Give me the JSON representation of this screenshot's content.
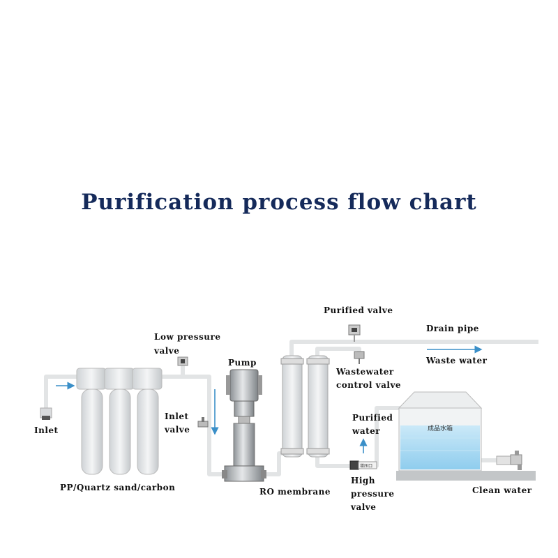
{
  "title": "Purification process flow chart",
  "labels": {
    "inlet": "Inlet",
    "filters": "PP/Quartz sand/carbon",
    "low_pressure_valve_1": "Low pressure",
    "low_pressure_valve_2": "valve",
    "pump": "Pump",
    "inlet_valve_1": "Inlet",
    "inlet_valve_2": "valve",
    "ro_membrane": "RO membrane",
    "purified_valve": "Purified valve",
    "drain_pipe": "Drain pipe",
    "waste_water": "Waste water",
    "wastewater_control_valve_1": "Wastewater",
    "wastewater_control_valve_2": "control valve",
    "purified_water_1": "Purified",
    "purified_water_2": "water",
    "high_pressure_valve_1": "High",
    "high_pressure_valve_2": "pressure",
    "high_pressure_valve_3": "valve",
    "clean_water": "Clean water",
    "tank_label": "成品水箱",
    "gauge_tag": "增压口"
  },
  "colors": {
    "title": "#152a5a",
    "flow_arrow": "#3a8fc8",
    "pipe": "#e6e6e6",
    "water": "#9fd4f0"
  }
}
